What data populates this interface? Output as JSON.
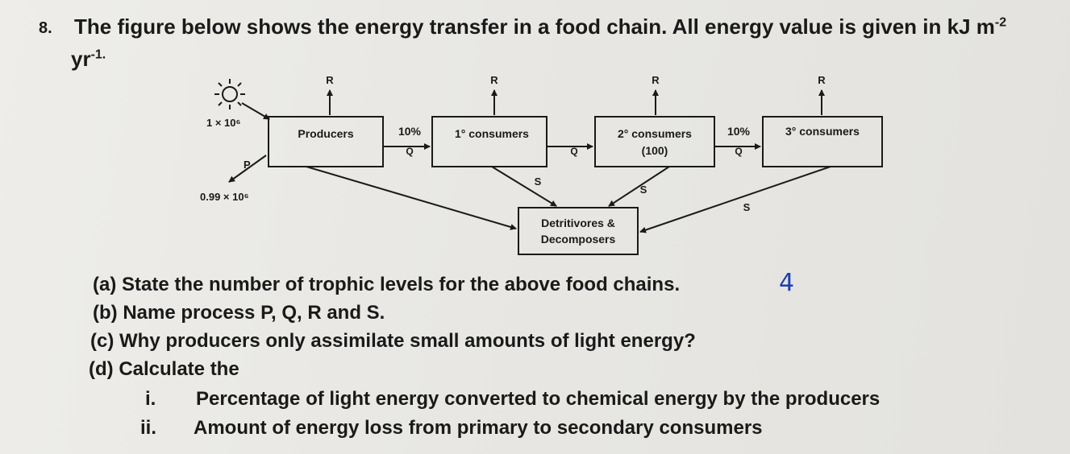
{
  "question": {
    "number": "8.",
    "line1_main": "The figure below shows the energy transfer in a food chain. All energy value is given in kJ m",
    "line1_exp": "-2",
    "line2_main": "yr",
    "line2_exp": "-1."
  },
  "diagram": {
    "input_energy": "1 × 10⁶",
    "reflected_energy": "0.99 × 10⁶",
    "process_p": "P",
    "boxes": {
      "producers": "Producers",
      "primary": "1° consumers",
      "secondary": "2° consumers",
      "secondary_value": "(100)",
      "tertiary": "3° consumers",
      "detritivores_line1": "Detritivores &",
      "detritivores_line2": "Decomposers"
    },
    "transfers": {
      "percent": "10%",
      "q": "Q",
      "r": "R",
      "s": "S"
    }
  },
  "parts": {
    "a": "(a) State the number of trophic levels for the above food chains.",
    "a_answer": "4",
    "b": "(b) Name process P, Q, R and S.",
    "c": "(c) Why producers only assimilate small amounts of light energy?",
    "d": "(d) Calculate the",
    "d_i_num": "i.",
    "d_i": "Percentage of light energy converted to chemical energy by the producers",
    "d_ii_num": "ii.",
    "d_ii": "Amount of energy loss from primary to secondary consumers"
  },
  "colors": {
    "ink": "#1a1a1a",
    "answer_pen": "#1f3fb0",
    "paper": "#ebeae6"
  }
}
